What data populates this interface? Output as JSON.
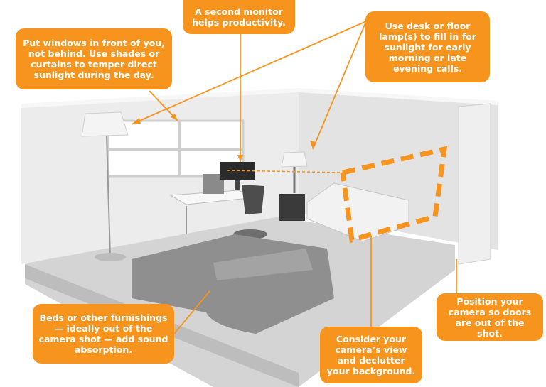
{
  "callouts": {
    "windows": "Put windows in front of you, not behind. Use shades or curtains to temper direct sunlight during the day.",
    "monitor": "A second monitor helps productivity.",
    "lamp": "Use desk or floor lamp(s) to fill in for sunlight for early morning or late evening calls.",
    "beds": "Beds or other furnishings — ideally out of the camera shot — add sound absorption.",
    "camera_view": "Consider your camera’s view and declutter your background.",
    "doors": "Position your camera so doors are out of the shot."
  },
  "colors": {
    "accent": "#f7941d",
    "wall": "#e9e9e9",
    "floor": "#d9d9d9",
    "furniture": "#8c8c8c"
  }
}
